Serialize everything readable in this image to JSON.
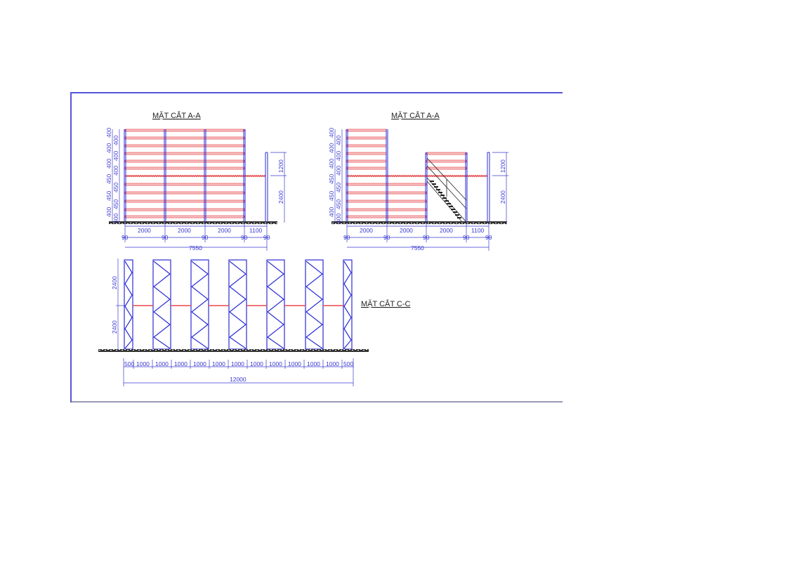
{
  "colors": {
    "frame": "#5555dd",
    "frame_bottom": "#77779a",
    "structure": "#2b2bd6",
    "beam": "#e8484c",
    "beam_fill": "#f6c7c8",
    "ground": "#333333",
    "stair": "#222222",
    "text": "#222222"
  },
  "section_left": {
    "title": "MẶT CẮT A-A",
    "level_dims": [
      "400",
      "400",
      "400",
      "400",
      "400",
      "400",
      "450",
      "450",
      "450",
      "450",
      "400",
      "400"
    ],
    "bay_dims": [
      "2000",
      "2000",
      "2000",
      "1100"
    ],
    "column_dims": [
      "90",
      "90",
      "90",
      "90",
      "90"
    ],
    "overall_dim": "7550",
    "height_dims": [
      "1200",
      "2400"
    ]
  },
  "section_right": {
    "title": "MẶT CẮT A-A",
    "level_dims": [
      "400",
      "400",
      "400",
      "400",
      "400",
      "400",
      "450",
      "450",
      "450",
      "450",
      "400",
      "400"
    ],
    "bay_dims": [
      "2000",
      "2000",
      "2000",
      "1100"
    ],
    "column_dims": [
      "90",
      "90",
      "90",
      "90",
      "90"
    ],
    "overall_dim": "7550",
    "height_dims": [
      "1200",
      "2400"
    ]
  },
  "section_cc": {
    "title": "MẶT CẮT C-C",
    "height_dims": [
      "2400",
      "2400"
    ],
    "span_dims": [
      "500",
      "1000",
      "1000",
      "1000",
      "1000",
      "1000",
      "1000",
      "1000",
      "1000",
      "1000",
      "1000",
      "1000",
      "500"
    ],
    "overall_dim": "12000"
  }
}
